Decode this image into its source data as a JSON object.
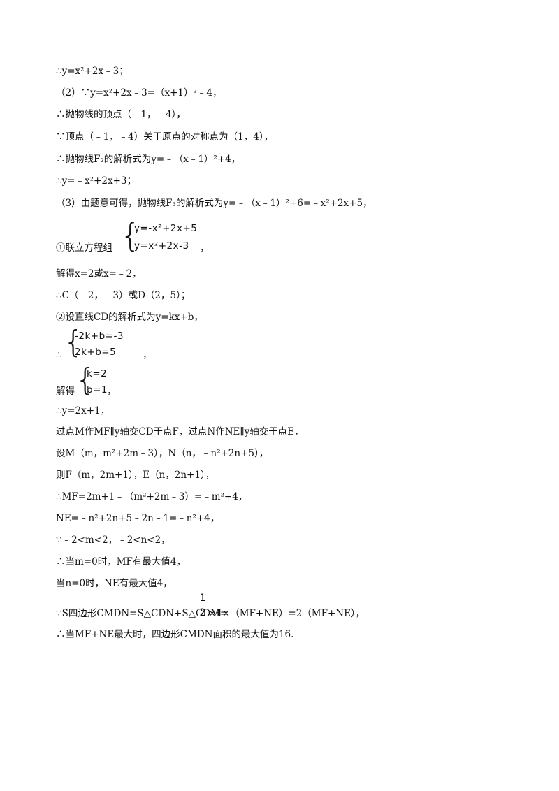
{
  "lines": {
    "l1": "∴y=x²+2x﹣3；",
    "l2": "（2）∵y=x²+2x﹣3=（x+1）²﹣4，",
    "l3": "∴抛物线的顶点（﹣1，﹣4），",
    "l4": "∵顶点（﹣1，﹣4）关于原点的对称点为（1，4），",
    "l5": "∴抛物线F₂的解析式为y=﹣（x﹣1）²+4，",
    "l6": "∴y=﹣x²+2x+3；",
    "l7": "（3）由题意可得，抛物线F₃的解析式为y=﹣（x﹣1）²+6=﹣x²+2x+5，",
    "l8_prefix": "①联立方程组",
    "l8_eq1": "y=-x²+2x+5",
    "l8_eq2": "y=x²+2x-3",
    "l8_suffix": "，",
    "l9": "解得x=2或x=﹣2，",
    "l10": "∴C（﹣2，﹣3）或D（2，5）；",
    "l11": "②设直线CD的解析式为y=kx+b，",
    "l12_prefix": "∴",
    "l12_eq1": "-2k+b=-3",
    "l12_eq2": "2k+b=5",
    "l12_suffix": "，",
    "l13_prefix": "解得",
    "l13_eq1": "k=2",
    "l13_eq2": "b=1",
    "l13_suffix": "，",
    "l14": "∴y=2x+1，",
    "l15": "过点M作MF∥y轴交CD于点F，过点N作NE∥y轴交于点E，",
    "l16": "设M（m，m²+2m﹣3），N（n，﹣n²+2n+5），",
    "l17": "则F（m，2m+1），E（n，2n+1），",
    "l18": "∴MF=2m+1﹣（m²+2m﹣3）=﹣m²+4，",
    "l19": "NE=﹣n²+2n+5﹣2n﹣1=﹣n²+4，",
    "l20": "∵﹣2<m<2，﹣2<n<2，",
    "l21": "∴当m=0时，MF有最大值4，",
    "l22": "当n=0时，NE有最大值4，",
    "l23_prefix": "∵S四边形CMDN=S△CDN+S△CDM=",
    "l23_num": "1",
    "l23_den": "2",
    "l23_suffix": "×4×（MF+NE）=2（MF+NE），",
    "l24": "∴当MF+NE最大时，四边形CMDN面积的最大值为16."
  }
}
